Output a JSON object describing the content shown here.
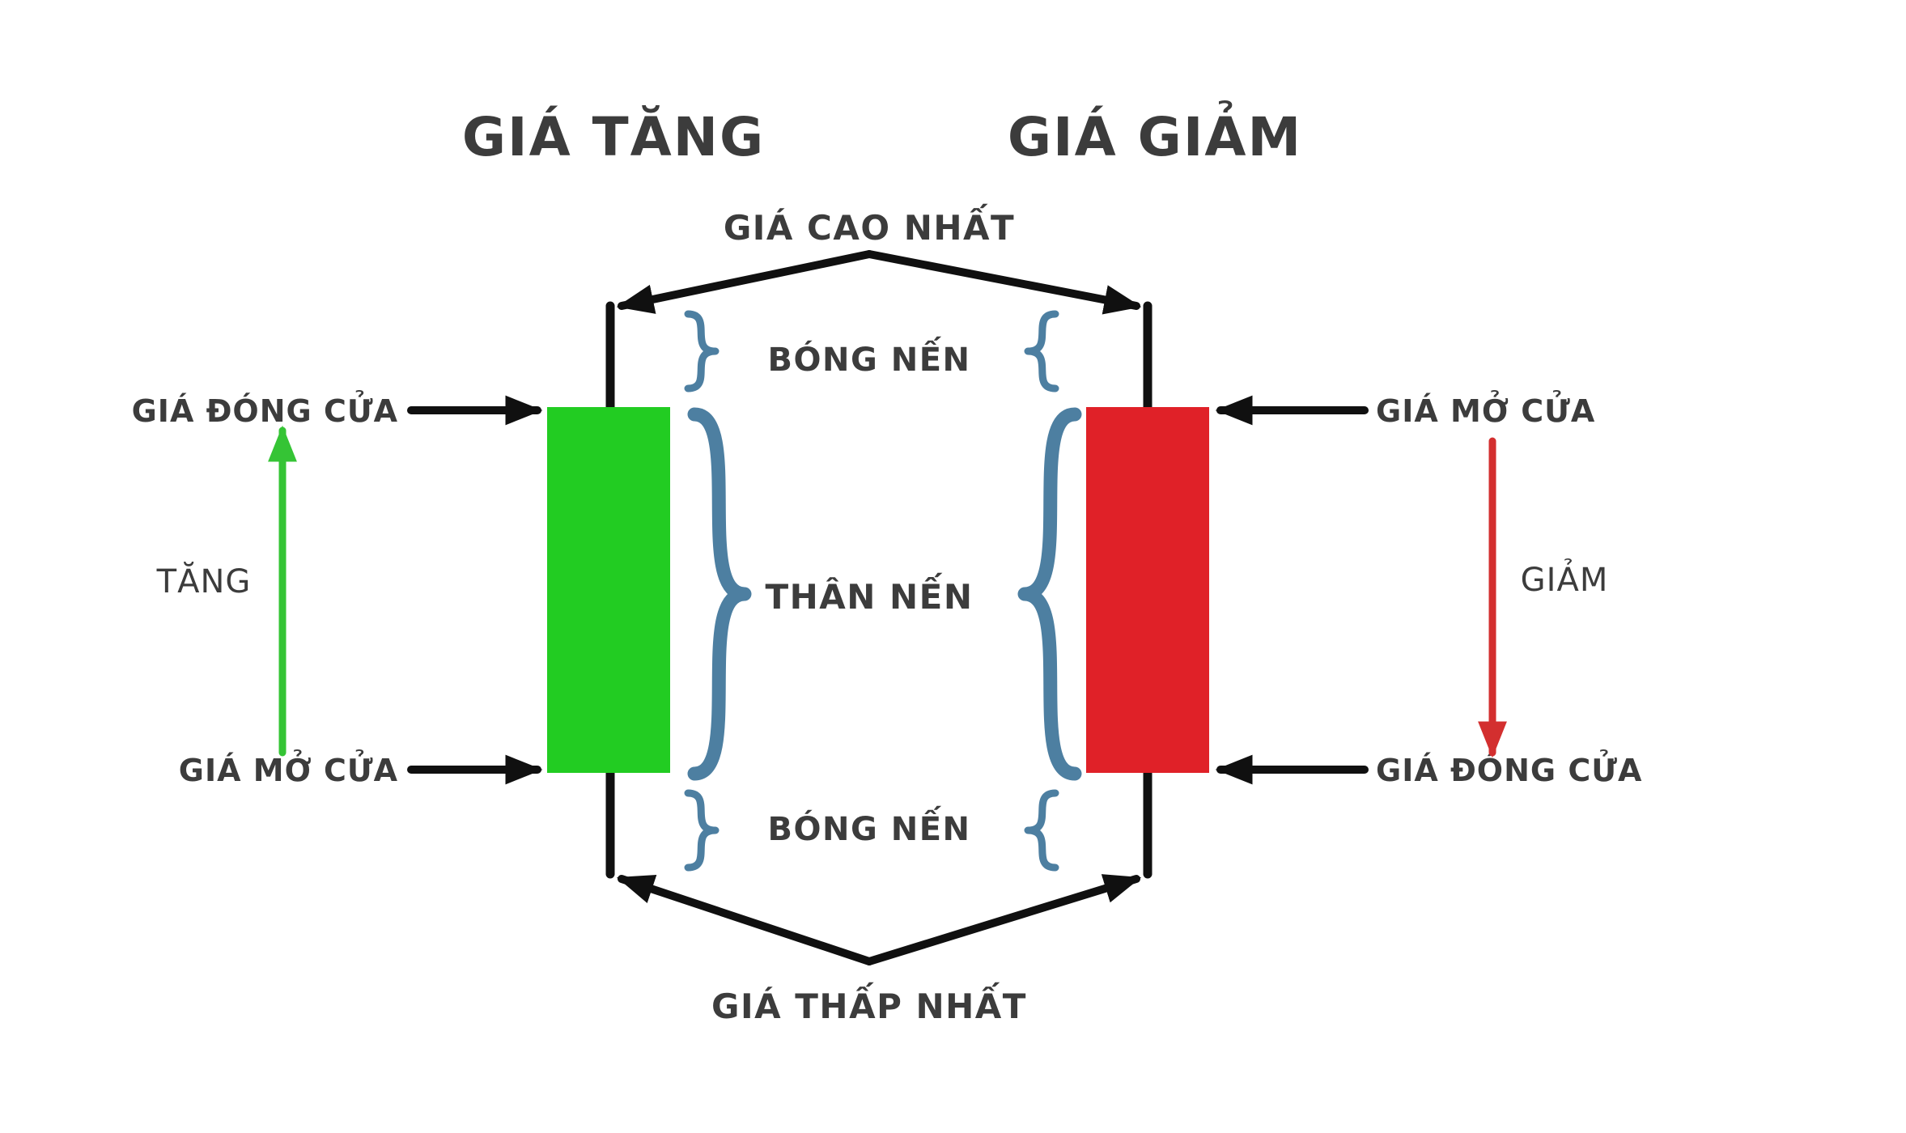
{
  "titles": {
    "bull": "GIÁ TĂNG",
    "bear": "GIÁ GIẢM"
  },
  "labels": {
    "highest": "GIÁ CAO NHẤT",
    "upper_shadow": "BÓNG NẾN",
    "body": "THÂN NẾN",
    "lower_shadow": "BÓNG NẾN",
    "lowest": "GIÁ THẤP NHẤT",
    "bull_close": "GIÁ ĐÓNG CỬA",
    "bull_open": "GIÁ MỞ CỬA",
    "bear_open": "GIÁ MỞ CỬA",
    "bear_close": "GIÁ ĐÓNG CỬA",
    "rise": "TĂNG",
    "fall": "GIẢM"
  },
  "colors": {
    "bull_candle": "#22CC22",
    "bear_candle": "#E02128",
    "rise_arrow": "#35C435",
    "fall_arrow": "#D32F2F",
    "brace": "#4D7FA1",
    "line": "#101010",
    "text": "#3C3C3C",
    "background": "#FFFFFF"
  }
}
